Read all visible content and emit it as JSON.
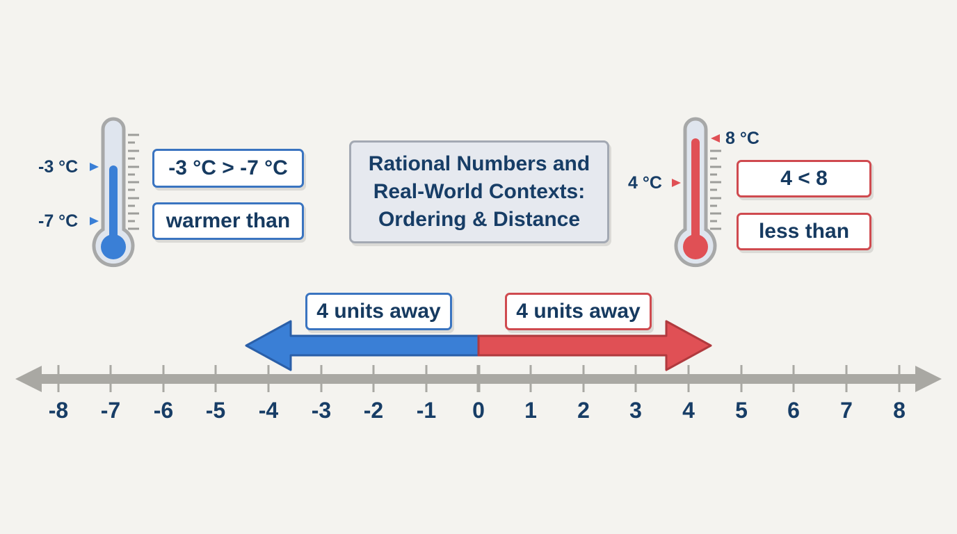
{
  "title": {
    "line1": "Rational Numbers and",
    "line2": "Real-World Contexts:",
    "line3": "Ordering & Distance"
  },
  "left_thermometer": {
    "color": "#3a7fd6",
    "markers": [
      {
        "label": "-3 °C",
        "value": -3
      },
      {
        "label": "-7 °C",
        "value": -7
      }
    ],
    "comparison": "-3 °C > -7 °C",
    "relation": "warmer than"
  },
  "right_thermometer": {
    "color": "#e05055",
    "markers": [
      {
        "label": "8 °C",
        "value": 8
      },
      {
        "label": "4 °C",
        "value": 4
      }
    ],
    "comparison": "4 < 8",
    "relation": "less than"
  },
  "distance": {
    "left_label": "4 units away",
    "right_label": "4 units away",
    "left_color": "#3a7fd6",
    "right_color": "#e05055"
  },
  "number_line": {
    "min": -8,
    "max": 8,
    "ticks": [
      "-8",
      "-7",
      "-6",
      "-5",
      "-4",
      "-3",
      "-2",
      "-1",
      "0",
      "1",
      "2",
      "3",
      "4",
      "5",
      "6",
      "7",
      "8"
    ],
    "axis_color": "#a9a8a3"
  },
  "colors": {
    "text": "#173d66",
    "background": "#f4f3ef",
    "blue": "#3a7fd6",
    "red": "#e05055"
  }
}
